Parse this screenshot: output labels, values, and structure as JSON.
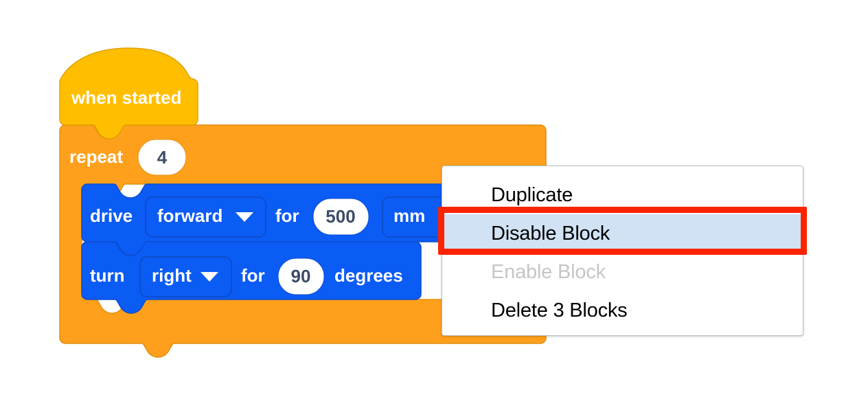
{
  "app": {
    "name": "block-coding-workspace",
    "background": "#ffffff"
  },
  "colors": {
    "event_block": "#ffbf00",
    "event_block_stroke": "#e0a000",
    "control_block": "#ffa01c",
    "control_block_stroke": "#e08f10",
    "motion_block": "#0b5bf5",
    "motion_block_stroke": "#0c4ecc",
    "field_white": "#ffffff",
    "number_text": "#3d4c66",
    "block_text": "#ffffff",
    "menu_background": "#ffffff",
    "menu_border": "#bfbfbf",
    "menu_text": "#000000",
    "menu_text_disabled": "#c6c6c6",
    "menu_highlight": "#d0e2f3",
    "annotation_red": "#fa2400"
  },
  "workspace": {
    "name": "script-stack",
    "blocks": [
      {
        "id": "when-started",
        "type": "hat",
        "category": "event",
        "label": "when started"
      },
      {
        "id": "repeat",
        "type": "c-block",
        "category": "control",
        "label": "repeat",
        "value": "4"
      },
      {
        "id": "drive",
        "type": "statement",
        "category": "motion",
        "label": "drive",
        "dropdown1": "forward",
        "connector": "for",
        "value": "500",
        "dropdown2": "mm"
      },
      {
        "id": "turn",
        "type": "statement",
        "category": "motion",
        "label": "turn",
        "dropdown1": "right",
        "connector": "for",
        "value": "90",
        "unit": "degrees"
      }
    ]
  },
  "context_menu": {
    "name": "block-context-menu",
    "items": [
      {
        "label": "Duplicate",
        "state": "normal"
      },
      {
        "label": "Disable Block",
        "state": "highlighted"
      },
      {
        "label": "Enable Block",
        "state": "disabled"
      },
      {
        "label": "Delete 3 Blocks",
        "state": "normal"
      }
    ]
  },
  "annotation": {
    "name": "red-highlight-rectangle",
    "targets": "Disable Block",
    "color": "#fa2400"
  }
}
